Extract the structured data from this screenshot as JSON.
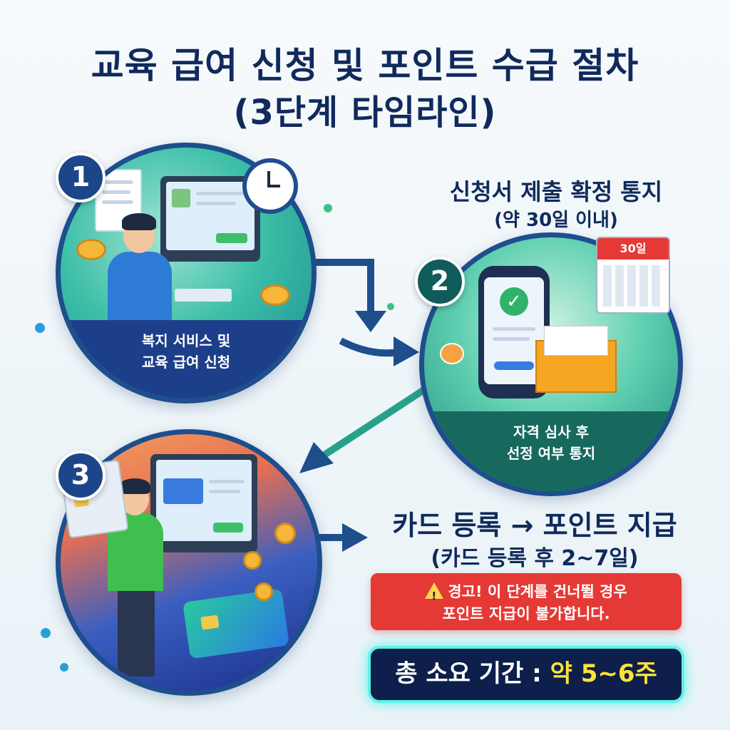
{
  "title": {
    "line1": "교육 급여 신청 및 포인트 수급 절차",
    "line2": "(3단계 타임라인)"
  },
  "steps": [
    {
      "number": "1",
      "label_line1": "복지 서비스 및",
      "label_line2": "교육 급여 신청"
    },
    {
      "number": "2",
      "label_line1": "자격 심사 후",
      "label_line2": "선정 여부 통지",
      "heading": "신청서 제출 확정 통지",
      "subheading": "(약 30일 이내)",
      "calendar_text": "30일"
    },
    {
      "number": "3",
      "heading": "카드 등록 → 포인트 지급",
      "subheading": "(카드 등록 후 2~7일)"
    }
  ],
  "warning": {
    "line1": "경고! 이 단계를 건너뛸 경우",
    "line2": "포인트 지급이 불가합니다."
  },
  "total": {
    "label": "총 소요 기간 : ",
    "value": "약 5~6주"
  },
  "colors": {
    "primary": "#1d4589",
    "teal": "#17695e",
    "warning": "#e53935",
    "highlight": "#ffe23a",
    "glow": "#5ff2e8"
  }
}
